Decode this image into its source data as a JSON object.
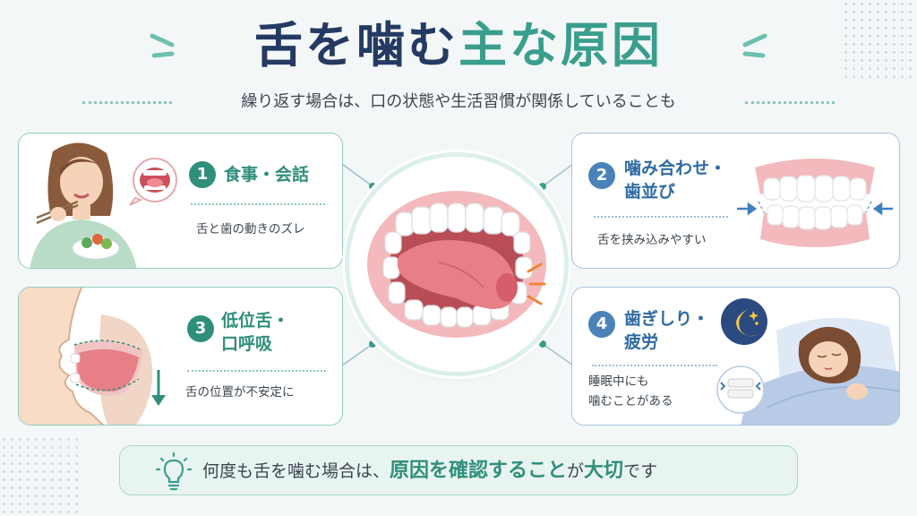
{
  "title": {
    "part1": "舌を噛む",
    "part2": "主な原因"
  },
  "subtitle": "繰り返す場合は、口の状態や生活習慣が関係していることも",
  "causes": [
    {
      "number": "1",
      "title": "食事・会話",
      "description": "舌と歯の動きのズレ"
    },
    {
      "number": "2",
      "title_line1": "噛み合わせ・",
      "title_line2": "歯並び",
      "description": "舌を挟み込みやすい"
    },
    {
      "number": "3",
      "title_line1": "低位舌・",
      "title_line2": "口呼吸",
      "description": "舌の位置が不安定に"
    },
    {
      "number": "4",
      "title_line1": "歯ぎしり・",
      "title_line2": "疲労",
      "description_line1": "睡眠中にも",
      "description_line2": "噛むことがある"
    }
  ],
  "banner": {
    "prefix": "何度も舌を噛む場合は、",
    "highlight": "原因を確認すること",
    "mid": "が",
    "highlight2": "大切",
    "suffix": "です"
  },
  "colors": {
    "navy": "#243a63",
    "green": "#3a9e8d",
    "blue": "#4b83b8",
    "tongue": "#e67f86"
  },
  "icons": [
    "sparkle-icon",
    "light-bulb-icon",
    "moon-star-icon",
    "down-arrow-icon",
    "inward-arrow-icon"
  ]
}
